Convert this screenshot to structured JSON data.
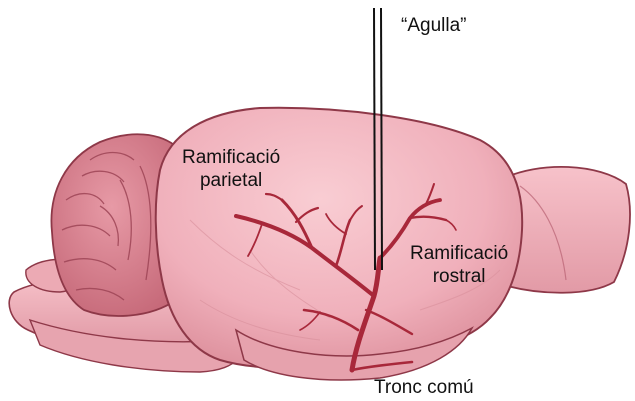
{
  "labels": {
    "needle": "“Agulla”",
    "parietal": [
      "Ramificació",
      "parietal"
    ],
    "rostral": [
      "Ramificació",
      "rostral"
    ],
    "trunk": "Tronc comú"
  },
  "colors": {
    "background": "#ffffff",
    "brain_fill": "#f2b6c0",
    "brain_shadow": "#d98996",
    "brain_outline": "#8e3848",
    "cerebellum_fill": "#d9818f",
    "vessel": "#a8283a",
    "needle": "#111111",
    "text": "#111111"
  }
}
